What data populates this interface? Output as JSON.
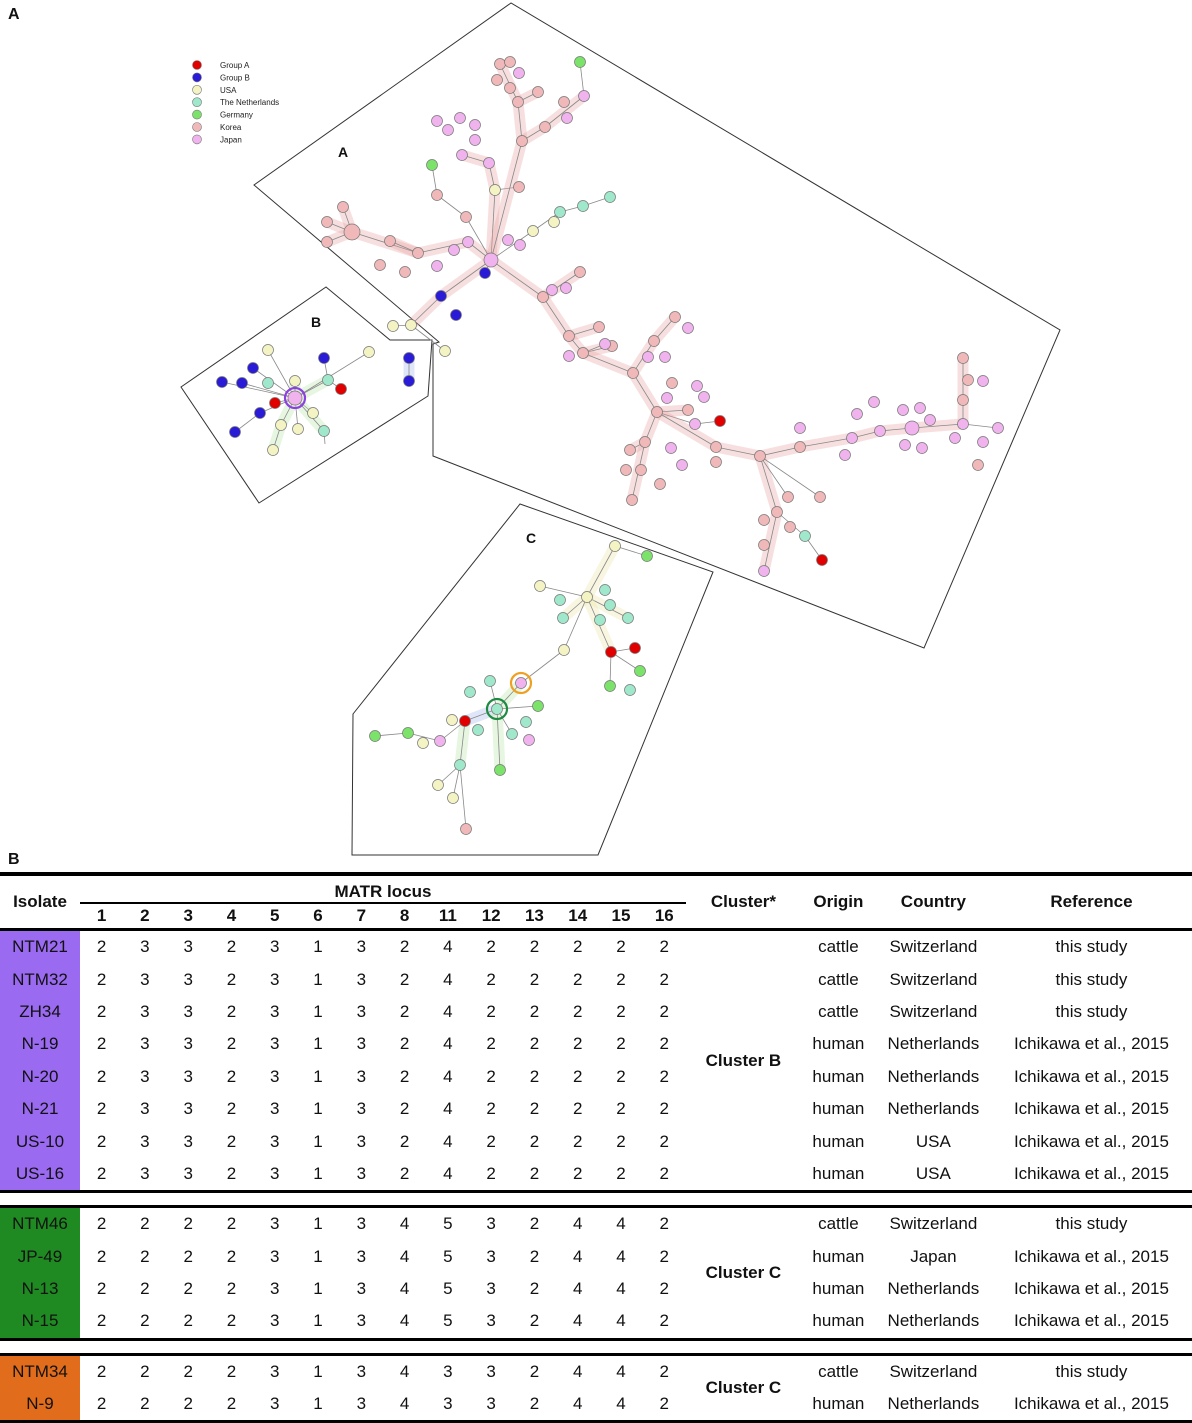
{
  "panel_a_label": "A",
  "panel_b_label": "B",
  "legend": [
    {
      "label": "Group A",
      "color": "#e00000"
    },
    {
      "label": "Group B",
      "color": "#2a1bd6"
    },
    {
      "label": "USA",
      "color": "#f3f3c4"
    },
    {
      "label": "The Netherlands",
      "color": "#9fe8cc"
    },
    {
      "label": "Germany",
      "color": "#7be36a"
    },
    {
      "label": "Korea",
      "color": "#f0b8b8"
    },
    {
      "label": "Japan",
      "color": "#f0b3ee"
    }
  ],
  "cluster_labels": {
    "a": "A",
    "b": "B",
    "c": "C"
  },
  "table": {
    "header_isolate": "Isolate",
    "header_matr": "MATR locus",
    "loci": [
      "1",
      "2",
      "3",
      "4",
      "5",
      "6",
      "7",
      "8",
      "11",
      "12",
      "13",
      "14",
      "15",
      "16"
    ],
    "header_cluster": "Cluster*",
    "header_origin": "Origin",
    "header_country": "Country",
    "header_reference": "Reference",
    "groups": [
      {
        "cluster": "Cluster B",
        "color": "#9a6af0",
        "rows": [
          {
            "isolate": "NTM21",
            "values": [
              "2",
              "3",
              "3",
              "2",
              "3",
              "1",
              "3",
              "2",
              "4",
              "2",
              "2",
              "2",
              "2",
              "2"
            ],
            "origin": "cattle",
            "country": "Switzerland",
            "reference": "this study"
          },
          {
            "isolate": "NTM32",
            "values": [
              "2",
              "3",
              "3",
              "2",
              "3",
              "1",
              "3",
              "2",
              "4",
              "2",
              "2",
              "2",
              "2",
              "2"
            ],
            "origin": "cattle",
            "country": "Switzerland",
            "reference": "this study"
          },
          {
            "isolate": "ZH34",
            "values": [
              "2",
              "3",
              "3",
              "2",
              "3",
              "1",
              "3",
              "2",
              "4",
              "2",
              "2",
              "2",
              "2",
              "2"
            ],
            "origin": "cattle",
            "country": "Switzerland",
            "reference": "this study"
          },
          {
            "isolate": "N-19",
            "values": [
              "2",
              "3",
              "3",
              "2",
              "3",
              "1",
              "3",
              "2",
              "4",
              "2",
              "2",
              "2",
              "2",
              "2"
            ],
            "origin": "human",
            "country": "Netherlands",
            "reference": "Ichikawa et al., 2015"
          },
          {
            "isolate": "N-20",
            "values": [
              "2",
              "3",
              "3",
              "2",
              "3",
              "1",
              "3",
              "2",
              "4",
              "2",
              "2",
              "2",
              "2",
              "2"
            ],
            "origin": "human",
            "country": "Netherlands",
            "reference": "Ichikawa et al., 2015"
          },
          {
            "isolate": "N-21",
            "values": [
              "2",
              "3",
              "3",
              "2",
              "3",
              "1",
              "3",
              "2",
              "4",
              "2",
              "2",
              "2",
              "2",
              "2"
            ],
            "origin": "human",
            "country": "Netherlands",
            "reference": "Ichikawa et al., 2015"
          },
          {
            "isolate": "US-10",
            "values": [
              "2",
              "3",
              "3",
              "2",
              "3",
              "1",
              "3",
              "2",
              "4",
              "2",
              "2",
              "2",
              "2",
              "2"
            ],
            "origin": "human",
            "country": "USA",
            "reference": "Ichikawa et al., 2015"
          },
          {
            "isolate": "US-16",
            "values": [
              "2",
              "3",
              "3",
              "2",
              "3",
              "1",
              "3",
              "2",
              "4",
              "2",
              "2",
              "2",
              "2",
              "2"
            ],
            "origin": "human",
            "country": "USA",
            "reference": "Ichikawa et al., 2015"
          }
        ]
      },
      {
        "cluster": "Cluster C",
        "color": "#1f8a22",
        "rows": [
          {
            "isolate": "NTM46",
            "values": [
              "2",
              "2",
              "2",
              "2",
              "3",
              "1",
              "3",
              "4",
              "5",
              "3",
              "2",
              "4",
              "4",
              "2"
            ],
            "origin": "cattle",
            "country": "Switzerland",
            "reference": "this study"
          },
          {
            "isolate": "JP-49",
            "values": [
              "2",
              "2",
              "2",
              "2",
              "3",
              "1",
              "3",
              "4",
              "5",
              "3",
              "2",
              "4",
              "4",
              "2"
            ],
            "origin": "human",
            "country": "Japan",
            "reference": "Ichikawa et al., 2015"
          },
          {
            "isolate": "N-13",
            "values": [
              "2",
              "2",
              "2",
              "2",
              "3",
              "1",
              "3",
              "4",
              "5",
              "3",
              "2",
              "4",
              "4",
              "2"
            ],
            "origin": "human",
            "country": "Netherlands",
            "reference": "Ichikawa et al., 2015"
          },
          {
            "isolate": "N-15",
            "values": [
              "2",
              "2",
              "2",
              "2",
              "3",
              "1",
              "3",
              "4",
              "5",
              "3",
              "2",
              "4",
              "4",
              "2"
            ],
            "origin": "human",
            "country": "Netherlands",
            "reference": "Ichikawa et al., 2015"
          }
        ]
      },
      {
        "cluster": "Cluster C",
        "color": "#e06c1c",
        "rows": [
          {
            "isolate": "NTM34",
            "values": [
              "2",
              "2",
              "2",
              "2",
              "3",
              "1",
              "3",
              "4",
              "3",
              "3",
              "2",
              "4",
              "4",
              "2"
            ],
            "origin": "cattle",
            "country": "Switzerland",
            "reference": "this study"
          },
          {
            "isolate": "N-9",
            "values": [
              "2",
              "2",
              "2",
              "2",
              "3",
              "1",
              "3",
              "4",
              "3",
              "3",
              "2",
              "4",
              "4",
              "2"
            ],
            "origin": "human",
            "country": "Netherlands",
            "reference": "Ichikawa et al., 2015"
          }
        ]
      }
    ]
  }
}
